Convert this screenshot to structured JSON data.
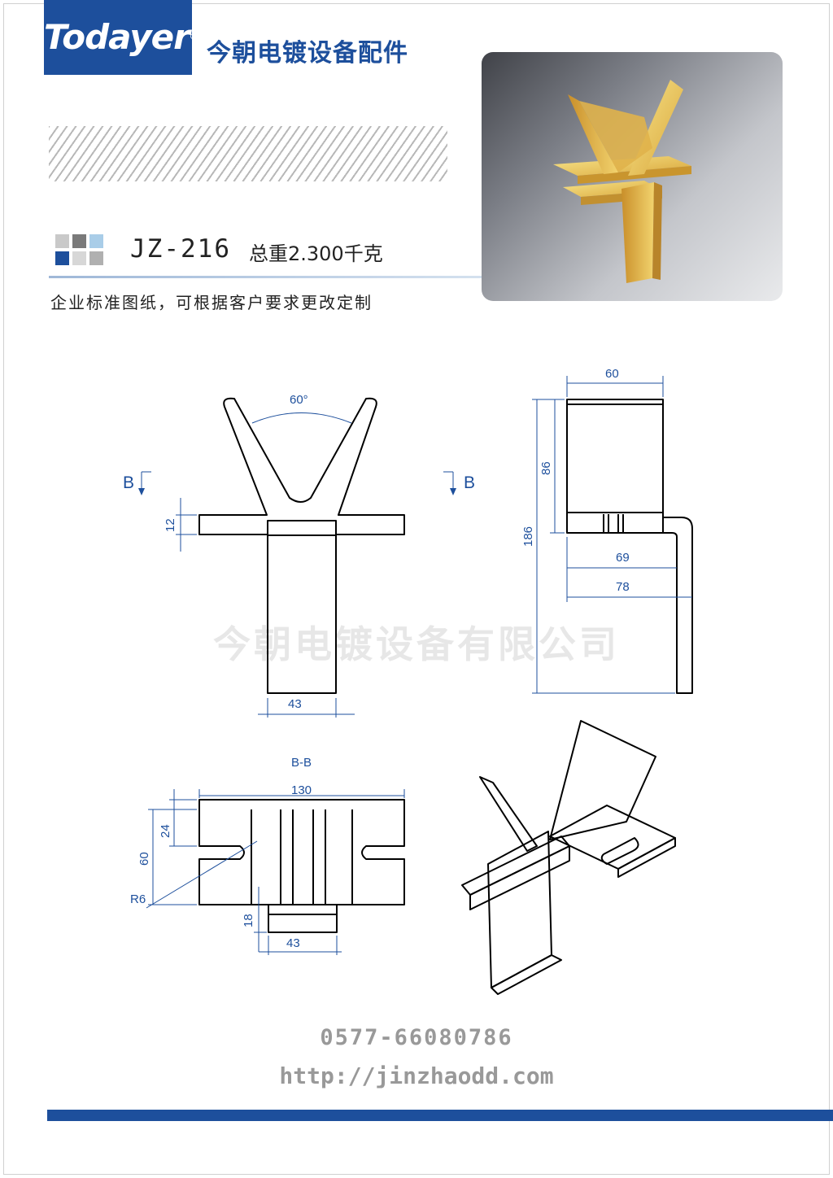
{
  "header": {
    "logo_text": "Todayer",
    "company_name": "今朝电镀设备配件"
  },
  "product": {
    "model": "JZ-216",
    "weight": "总重2.300千克",
    "note": "企业标准图纸，可根据客户要求更改定制"
  },
  "swatch_colors": [
    "#c9c9c9",
    "#7a7a7a",
    "#a9cde8",
    "#1d4f9c",
    "#d7d7d7",
    "#b0b0b0"
  ],
  "brand_color": "#1d4f9c",
  "dimensions": {
    "front_view": {
      "angle": "60°",
      "flange": "12",
      "width": "43",
      "section_left": "B",
      "section_right": "B"
    },
    "side_view": {
      "top_width": "60",
      "upper_height": "86",
      "total_height": "186",
      "w69": "69",
      "w78": "78"
    },
    "section_view": {
      "title": "B-B",
      "width": "130",
      "slot_depth": "24",
      "height": "60",
      "radius": "R6",
      "tab": "18",
      "tab_width": "43"
    }
  },
  "watermark": "今朝电镀设备有限公司",
  "footer": {
    "phone": "0577-66080786",
    "url": "http://jinzhaodd.com"
  }
}
